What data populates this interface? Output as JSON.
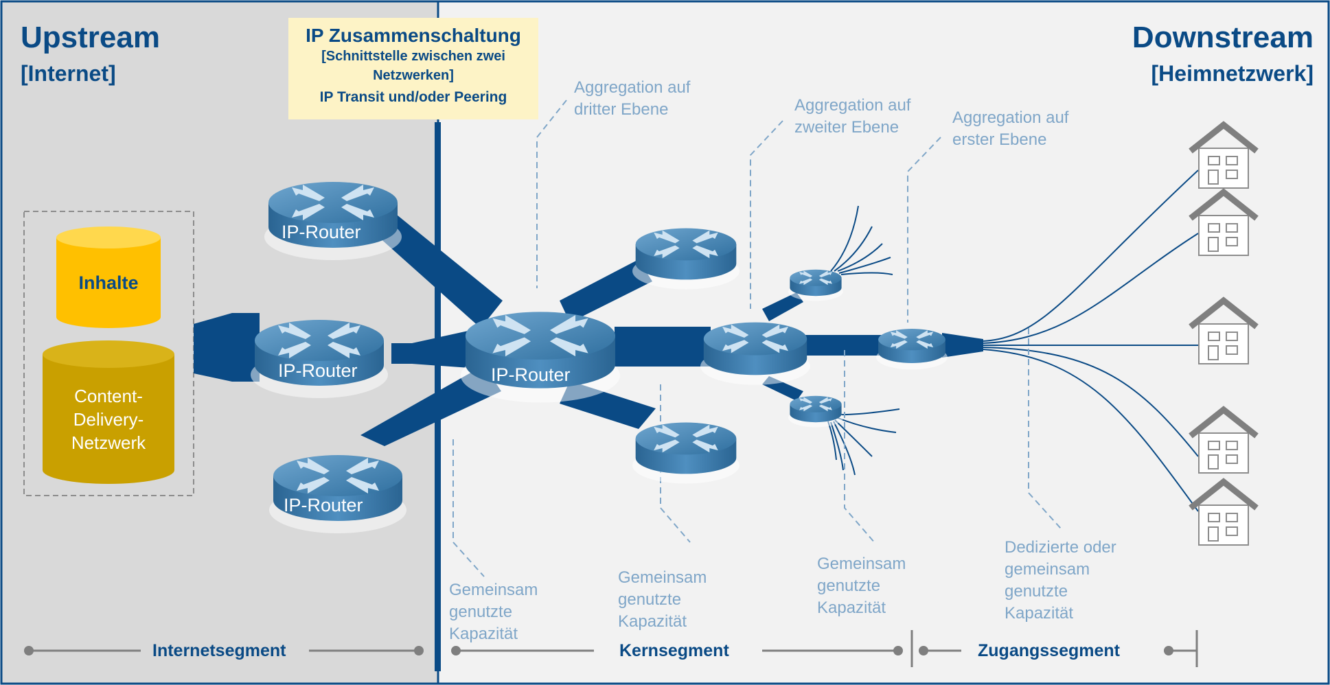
{
  "header": {
    "upstream": "Upstream",
    "upstream_sub": "[Internet]",
    "downstream": "Downstream",
    "downstream_sub": "[Heimnetzwerk]"
  },
  "callout": {
    "line1": "IP Zusammenschaltung",
    "line2": "[Schnittstelle zwischen zwei Netzwerken]",
    "line3": "IP Transit und/oder Peering"
  },
  "content": {
    "inhalte": "Inhalte",
    "cdn": [
      "Content-",
      "Delivery-",
      "Netzwerk"
    ]
  },
  "routers": {
    "label": "IP-Router"
  },
  "annotations": {
    "agg3": [
      "Aggregation auf",
      "dritter Ebene"
    ],
    "agg2": [
      "Aggregation auf",
      "zweiter Ebene"
    ],
    "agg1": [
      "Aggregation auf",
      "erster Ebene"
    ],
    "shared": [
      "Gemeinsam",
      "genutzte",
      "Kapazität"
    ],
    "dedicated": [
      "Dedizierte oder",
      "gemeinsam",
      "genutzte",
      "Kapazität"
    ]
  },
  "segments": {
    "internet": "Internetsegment",
    "core": "Kernsegment",
    "access": "Zugangssegment"
  },
  "colors": {
    "navy": "#0a4a85",
    "router": "#3d7fae",
    "annotation": "#7fa6c8",
    "left_panel": "#d9d9d9",
    "right_panel": "#f2f2f2",
    "inhalte": "#ffc000",
    "cdn": "#c9a000",
    "callout": "#fdf3c6"
  },
  "icons": [
    "router-icon",
    "house-icon",
    "database-icon"
  ]
}
